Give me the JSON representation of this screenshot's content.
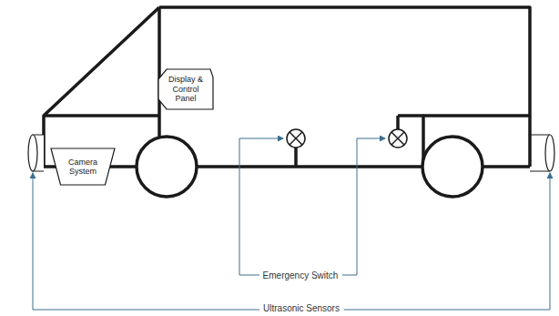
{
  "diagram": {
    "nodes": [
      {
        "text": [
          "Display & Control Panel"
        ]
      },
      {
        "text": [
          "Camera System"
        ]
      }
    ],
    "labels": [
      "Emergency Switch",
      "Ultrasonic Sensors"
    ]
  }
}
